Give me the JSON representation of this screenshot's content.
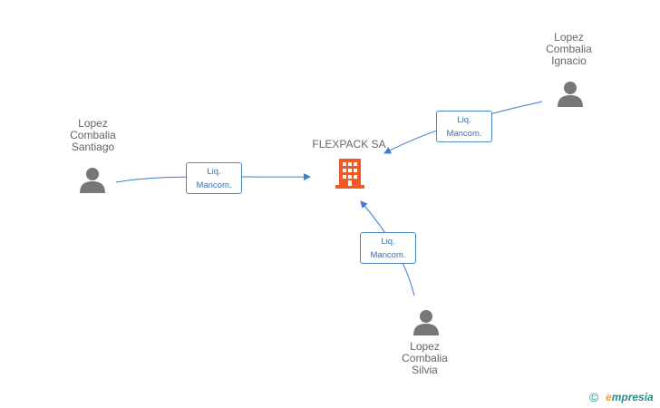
{
  "company": {
    "name": "FLEXPACK SA",
    "icon": "building-icon",
    "color": "#f05a28"
  },
  "persons": [
    {
      "id": "santiago",
      "label": "Lopez\nCombalia\nSantiago",
      "icon": "person-icon"
    },
    {
      "id": "ignacio",
      "label": "Lopez\nCombalia\nIgnacio",
      "icon": "person-icon"
    },
    {
      "id": "silvia",
      "label": "Lopez\nCombalia\nSilvia",
      "icon": "person-icon"
    }
  ],
  "relations": [
    {
      "from": "santiago",
      "line1": "Liq.",
      "line2": "Mancom."
    },
    {
      "from": "ignacio",
      "line1": "Liq.",
      "line2": "Mancom."
    },
    {
      "from": "silvia",
      "line1": "Liq.",
      "line2": "Mancom."
    }
  ],
  "colors": {
    "edge": "#3a7bd5",
    "person": "#777777",
    "label_text": "#666666"
  },
  "footer": {
    "copyright_symbol": "©",
    "brand_e": "e",
    "brand_rest": "mpresia"
  }
}
